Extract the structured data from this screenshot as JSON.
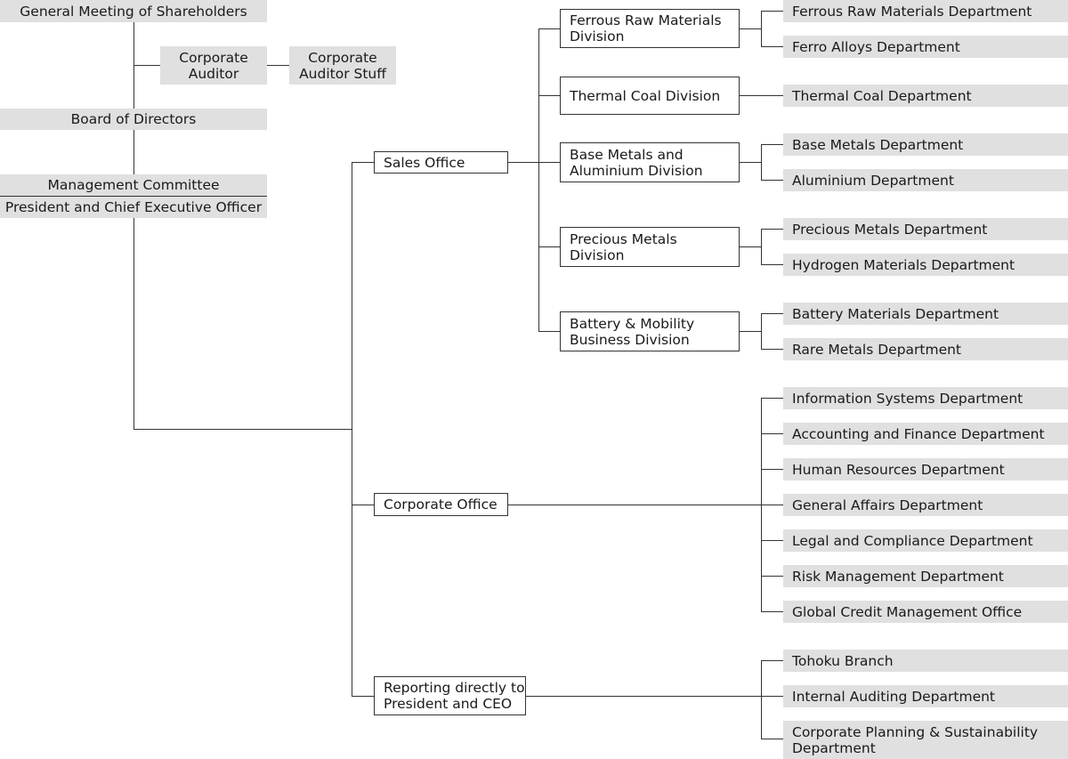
{
  "governance": {
    "shareholders": "General Meeting of Shareholders",
    "corporate_auditor": "Corporate\nAuditor",
    "auditor_staff": "Corporate\nAuditor Stuff",
    "board": "Board of Directors",
    "management_committee": "Management Committee",
    "president": "President and Chief Executive Officer"
  },
  "offices": {
    "sales": "Sales Office",
    "corporate": "Corporate Office",
    "reporting": "Reporting directly to\nPresident and CEO"
  },
  "divisions": [
    {
      "name": "Ferrous Raw Materials\nDivision",
      "departments": [
        "Ferrous Raw Materials Department",
        "Ferro Alloys Department"
      ]
    },
    {
      "name": "Thermal Coal Division",
      "departments": [
        "Thermal Coal Department"
      ]
    },
    {
      "name": "Base Metals and\nAluminium Division",
      "departments": [
        "Base Metals Department",
        "Aluminium Department"
      ]
    },
    {
      "name": "Precious Metals\nDivision",
      "departments": [
        "Precious Metals Department",
        "Hydrogen Materials Department"
      ]
    },
    {
      "name": "Battery & Mobility\nBusiness Division",
      "departments": [
        "Battery Materials Department",
        "Rare Metals Department"
      ]
    }
  ],
  "corporate_departments": [
    "Information Systems Department",
    "Accounting and Finance Department",
    "Human Resources Department",
    "General Affairs Department",
    "Legal and Compliance Department",
    "Risk Management Department",
    "Global Credit Management Office"
  ],
  "direct_departments": [
    "Tohoku Branch",
    "Internal Auditing Department",
    "Corporate Planning & Sustainability\nDepartment"
  ]
}
